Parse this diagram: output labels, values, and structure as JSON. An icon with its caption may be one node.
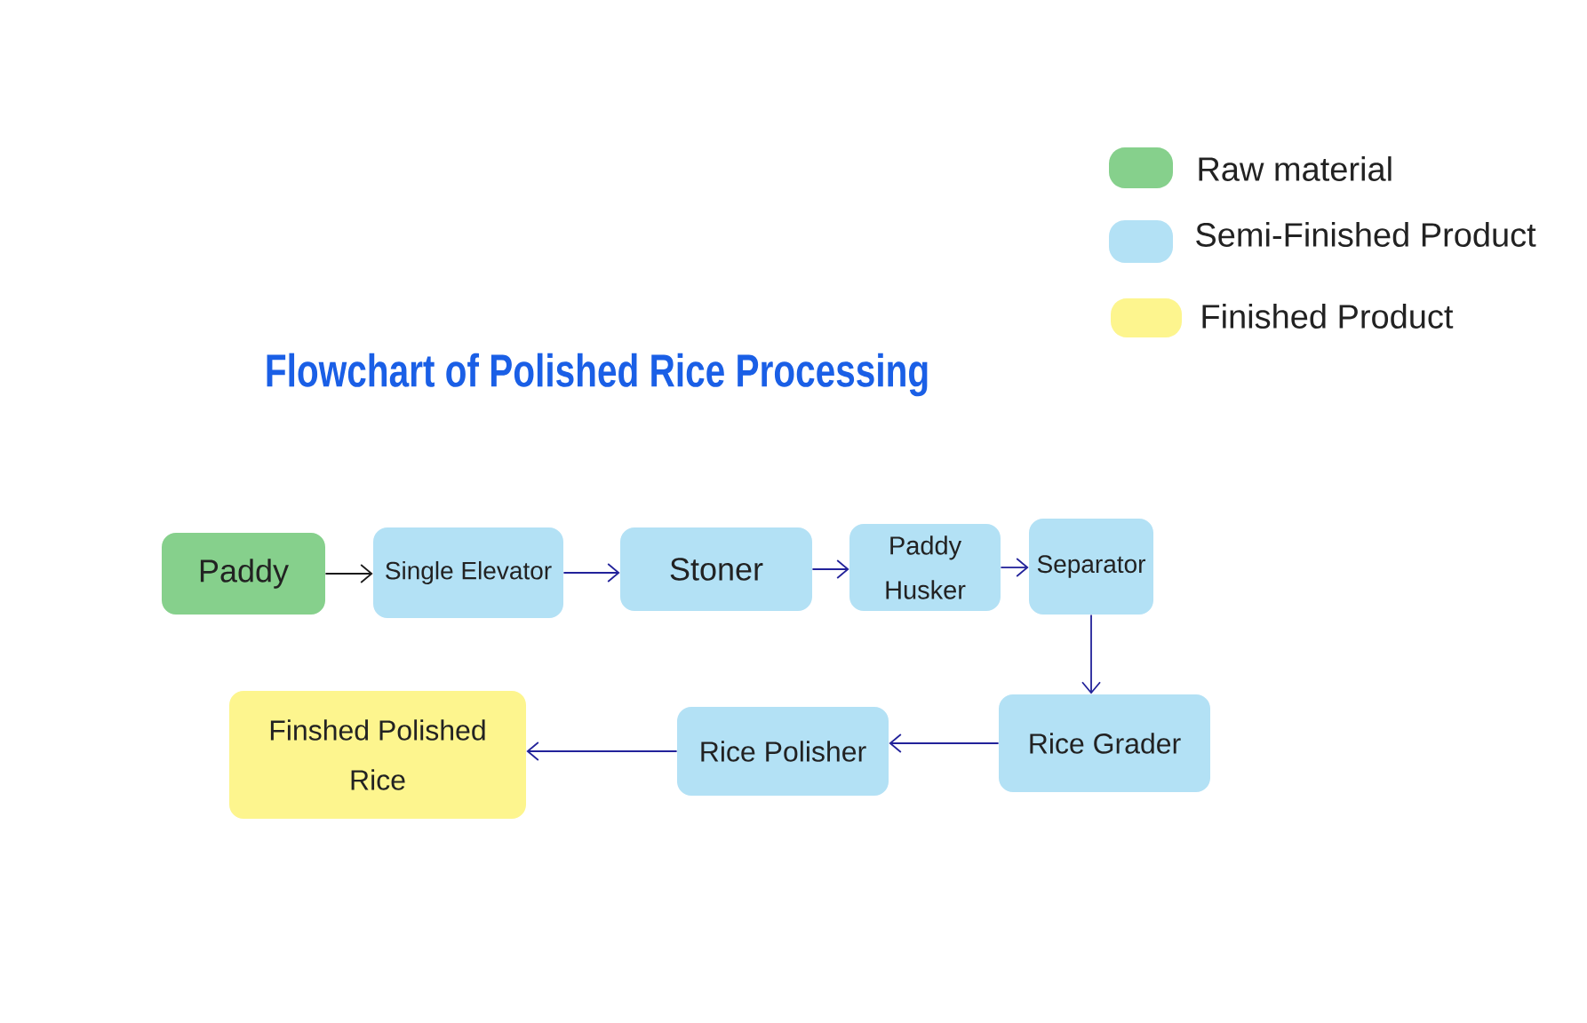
{
  "diagram": {
    "title": "Flowchart of Polished Rice Processing",
    "nodes": [
      {
        "text": [
          "Paddy"
        ]
      },
      {
        "text": [
          "Single Elevator"
        ]
      },
      {
        "text": [
          "Stoner"
        ]
      },
      {
        "text": [
          "Paddy Husker"
        ]
      },
      {
        "text": [
          "Separator"
        ]
      },
      {
        "text": [
          "Rice Grader"
        ]
      },
      {
        "text": [
          "Rice Polisher"
        ]
      },
      {
        "text": [
          "Finshed Polished Rice"
        ]
      }
    ],
    "edges": [
      {
        "from": 0,
        "to": 1,
        "arrow": "to",
        "color": "#1a1a1a"
      },
      {
        "from": 1,
        "to": 2,
        "arrow": "to"
      },
      {
        "from": 2,
        "to": 3,
        "arrow": "to"
      },
      {
        "from": 3,
        "to": 4,
        "arrow": "to"
      },
      {
        "from": 4,
        "to": 5,
        "arrow": "to"
      },
      {
        "from": 5,
        "to": 6,
        "arrow": "to"
      },
      {
        "from": 6,
        "to": 7,
        "arrow": "to"
      }
    ],
    "legend": [
      {
        "text": "Raw material",
        "color": "#86d08c"
      },
      {
        "text": "Semi-Finished Product",
        "color": "#b3e1f5"
      },
      {
        "text": "Finished Product",
        "color": "#fdf58e"
      }
    ]
  }
}
